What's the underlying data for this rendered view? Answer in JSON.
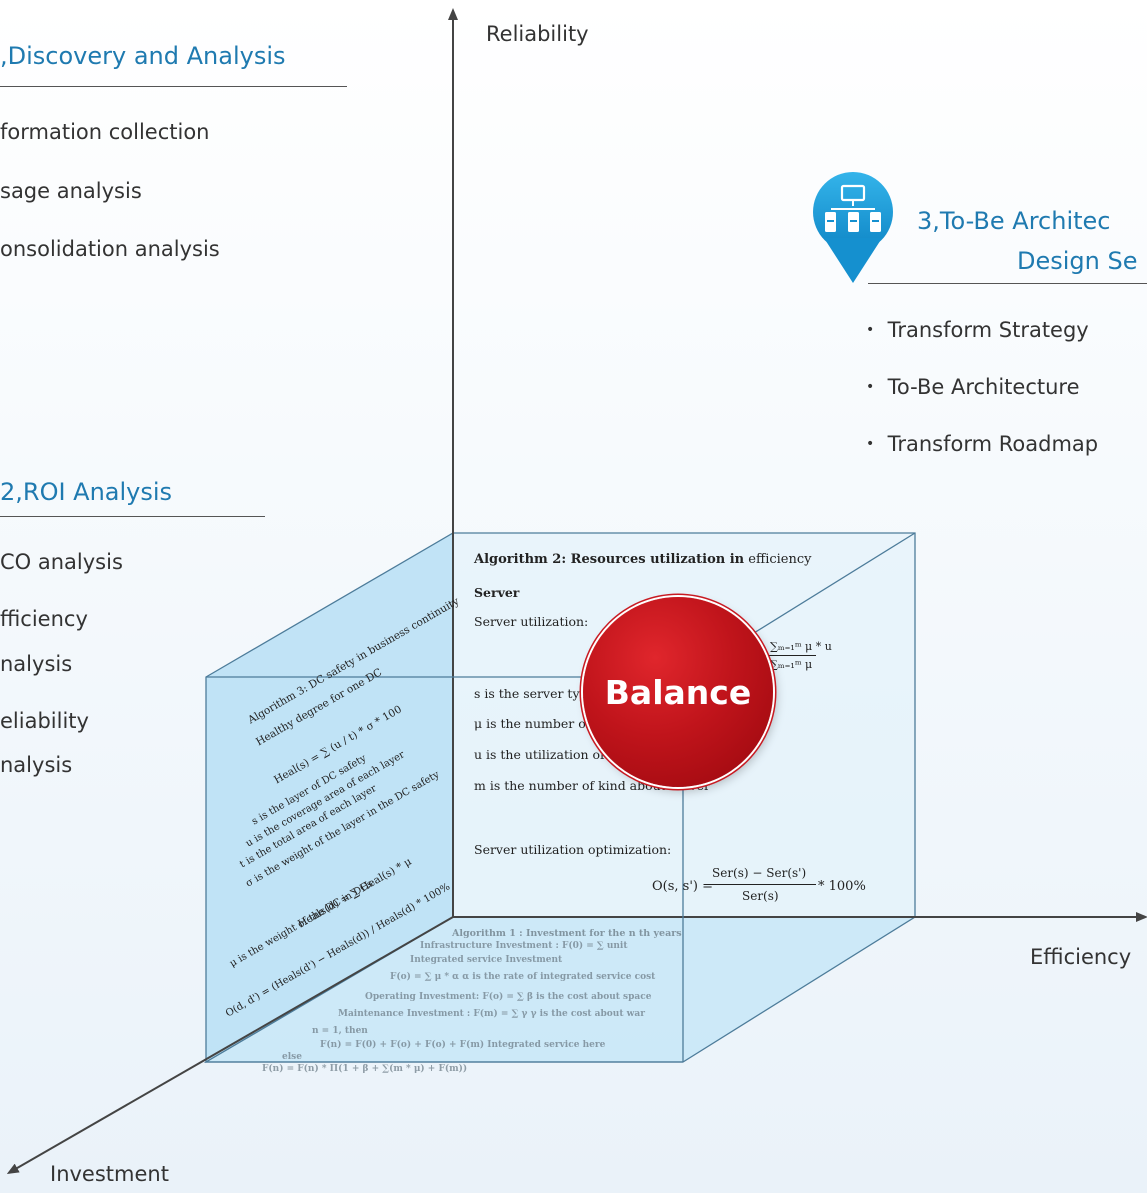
{
  "axes": {
    "y_label": "Reliability",
    "x_label": "Efficiency",
    "z_label": "Investment"
  },
  "section1": {
    "title": ",Discovery and Analysis",
    "items": [
      "formation collection",
      "sage analysis",
      "onsolidation analysis"
    ]
  },
  "section2": {
    "title": "2,ROI Analysis",
    "items": [
      "CO analysis",
      "fficiency",
      "nalysis",
      "eliability",
      "nalysis"
    ]
  },
  "section3": {
    "title_line1": "3,To-Be Architec",
    "title_line2": "Design Se",
    "items": [
      "Transform Strategy",
      "To-Be Architecture",
      "Transform Roadmap"
    ],
    "bullet": "•"
  },
  "center": {
    "label": "Balance"
  },
  "algo2": {
    "title": "Algorithm 2: Resources utilization in",
    "title_suffix": " efficiency",
    "server": "Server",
    "server_util": "Server utilization:",
    "frac_top": "∑ₘ₌₁ᵐ μ * u",
    "frac_bottom": "∑ₘ₌₁ᵐ μ",
    "l1": "s is the server type",
    "l2": "μ is the number of",
    "l3": "u is the utilization of s",
    "l4": "m is the number of kind about server",
    "opt": "Server utilization optimization:",
    "formula": "O(s, s') = ",
    "f_num": "Ser(s) − Ser(s')",
    "f_den": "Ser(s)",
    "f_tail": "* 100%"
  },
  "algo3": {
    "title": "Algorithm 3: DC safety in business continuity",
    "l1": "Healthy degree for one DC",
    "l2": "Heal(s) = ∑ (u / t) * σ * 100",
    "l3": "s is the layer of DC safety",
    "l4": "u is the coverage area of each layer",
    "l5": "t is the total area of each layer",
    "l6": "σ is the weight of the layer in the DC safety",
    "l7": "Heals(d) = ∑ Heal(s) * μ",
    "l8": "μ is the weight of the DC in DCs",
    "l9": "O(d, d') = (Heals(d') − Heals(d)) / Heals(d) * 100%"
  },
  "algo1": {
    "title": "Algorithm 1 :   Investment for the n th years",
    "l1": "Infrastructure Investment :   F(0) = ∑ unit",
    "l2": "Integrated service Investment",
    "l3": "F(o) = ∑ μ * α      α is the rate of integrated service cost",
    "l4": "Operating Investment:  F(o) = ∑      β is the cost about space",
    "l5": "Maintenance Investment :   F(m) = ∑ γ      γ is the cost about war",
    "l6": "n = 1, then",
    "l7": "F(n) = F(0) + F(o) + F(o) + F(m)        Integrated service here",
    "l8": "else",
    "l9": "F(n) = F(n) * Π(1 + β + ∑(m * μ) + F(m))"
  },
  "colors": {
    "title_blue": "#1f7ab0",
    "pin_blue": "#1a9ad6",
    "panel_fill": "#c6e6f8",
    "balance_red": "#c0141b"
  },
  "icons": {
    "pin": "server-network-pin-icon"
  }
}
